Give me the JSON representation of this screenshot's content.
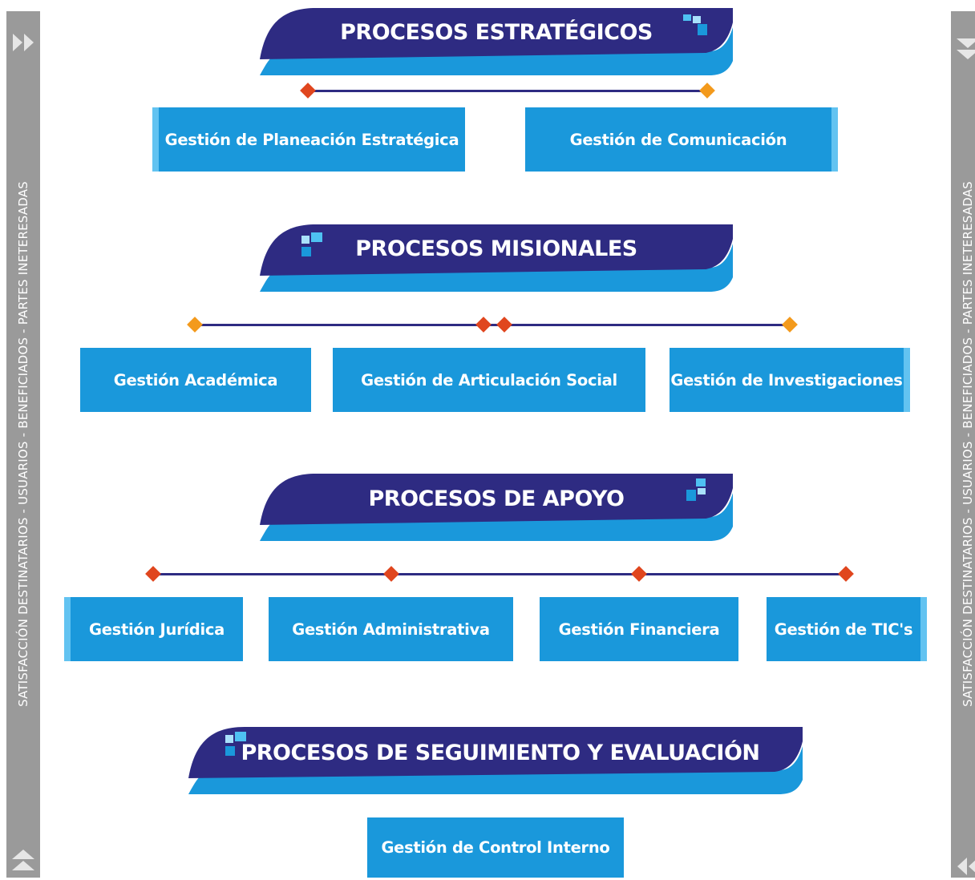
{
  "side_label": "SATISFACCIÓN DESTINATARIOS - USUARIOS - BENEFICIADOS - PARTES INETERESADAS",
  "colors": {
    "banner_dark": "#2e2b82",
    "banner_light": "#1a98db",
    "box_fill": "#1a98db",
    "box_strip": "#62c3f1",
    "side_bar": "#9a9a9a",
    "diamond_red": "#e0461e",
    "diamond_orange": "#f39a1c"
  },
  "icons": {
    "square_cluster": "squares-icon",
    "arrow": "double-arrow-icon"
  },
  "sections": {
    "estrategicos": {
      "title": "PROCESOS ESTRATÉGICOS",
      "boxes": [
        "Gestión de Planeación Estratégica",
        "Gestión de Comunicación"
      ]
    },
    "misionales": {
      "title": "PROCESOS MISIONALES",
      "boxes": [
        "Gestión Académica",
        "Gestión de Articulación Social",
        "Gestión de Investigaciones"
      ]
    },
    "apoyo": {
      "title": "PROCESOS DE APOYO",
      "boxes": [
        "Gestión Jurídica",
        "Gestión Administrativa",
        "Gestión Financiera",
        "Gestión de TIC's"
      ]
    },
    "seguimiento": {
      "title": "PROCESOS DE SEGUIMIENTO Y EVALUACIÓN",
      "boxes": [
        "Gestión de Control Interno"
      ]
    }
  }
}
